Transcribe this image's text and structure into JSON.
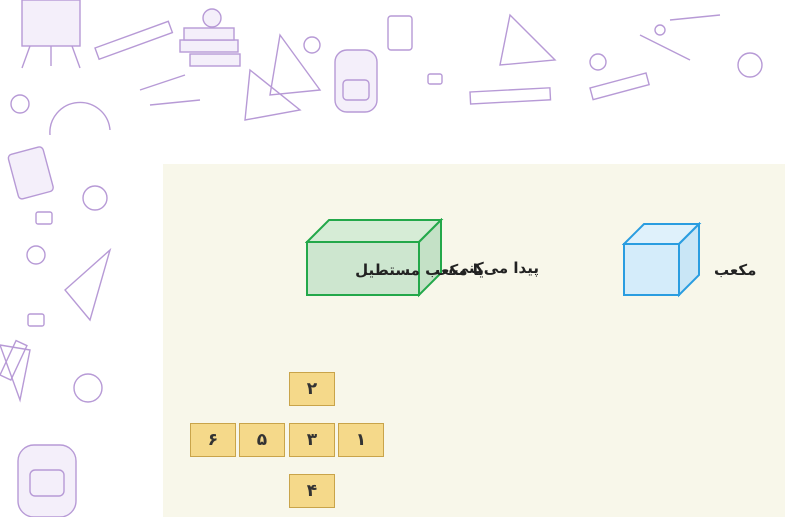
{
  "sentence": {
    "part1": "پیدا می‌کنی،",
    "part2": "یا مکعب مستطیل",
    "part3": "مکعب"
  },
  "net": {
    "top": "۲",
    "row": [
      "۶",
      "۵",
      "۳",
      "۱"
    ],
    "bottom": "۴"
  },
  "colors": {
    "panel": "#f8f7ea",
    "cube": "#2a9de0",
    "cuboid": "#23a84a",
    "net_fill": "#f5d98a",
    "doodle": "#b79ad6"
  }
}
